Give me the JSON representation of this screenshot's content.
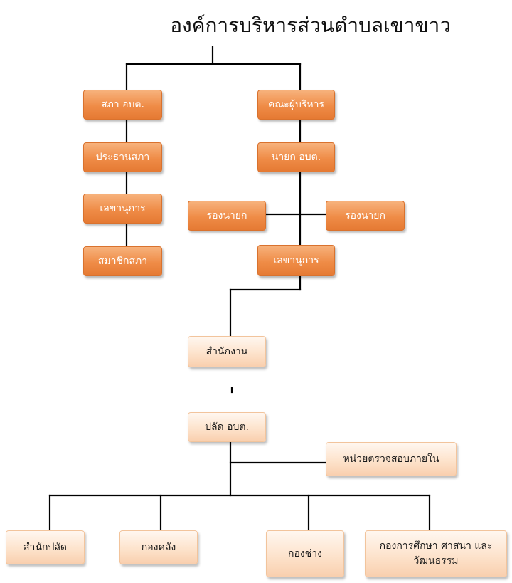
{
  "title": "องค์การบริหารส่วนตำบลเขาขาว",
  "nodes": {
    "council": "สภา อบต.",
    "council_president": "ประธานสภา",
    "council_secretary": "เลขานุการ",
    "council_member": "สมาชิกสภา",
    "executive_committee": "คณะผู้บริหาร",
    "mayor": "นายก อบต.",
    "deputy_mayor_left": "รองนายก",
    "deputy_mayor_right": "รองนายก",
    "executive_secretary": "เลขานุการ",
    "office": "สำนักงาน",
    "chief_administrator": "ปลัด อบต.",
    "internal_audit": "หน่วยตรวจสอบภายใน",
    "chief_office": "สำนักปลัด",
    "finance_division": "กองคลัง",
    "engineering_division": "กองช่าง",
    "education_division": "กองการศึกษา ศาสนา และวัฒนธรรม"
  }
}
